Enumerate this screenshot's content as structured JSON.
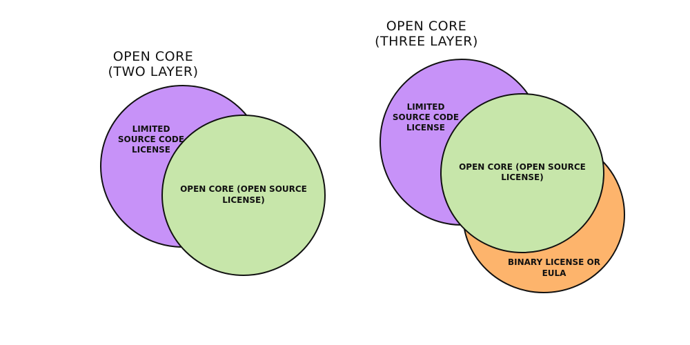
{
  "colors": {
    "purple": "#c792f8",
    "green": "#c7e6aa",
    "orange": "#fdb46c",
    "stroke": "#111111"
  },
  "two_layer": {
    "title_line1": "OPEN CORE",
    "title_line2": "(TWO LAYER)",
    "limited": {
      "line1": "LIMITED",
      "line2": "SOURCE CODE",
      "line3": "LICENSE"
    },
    "core": {
      "line1": "OPEN CORE (OPEN SOURCE",
      "line2": "LICENSE)"
    }
  },
  "three_layer": {
    "title_line1": "OPEN CORE",
    "title_line2": "(THREE LAYER)",
    "limited": {
      "line1": "LIMITED",
      "line2": "SOURCE CODE",
      "line3": "LICENSE"
    },
    "core": {
      "line1": "OPEN CORE (OPEN SOURCE",
      "line2": "LICENSE)"
    },
    "binary": {
      "line1": "BINARY LICENSE OR",
      "line2": "EULA"
    }
  }
}
